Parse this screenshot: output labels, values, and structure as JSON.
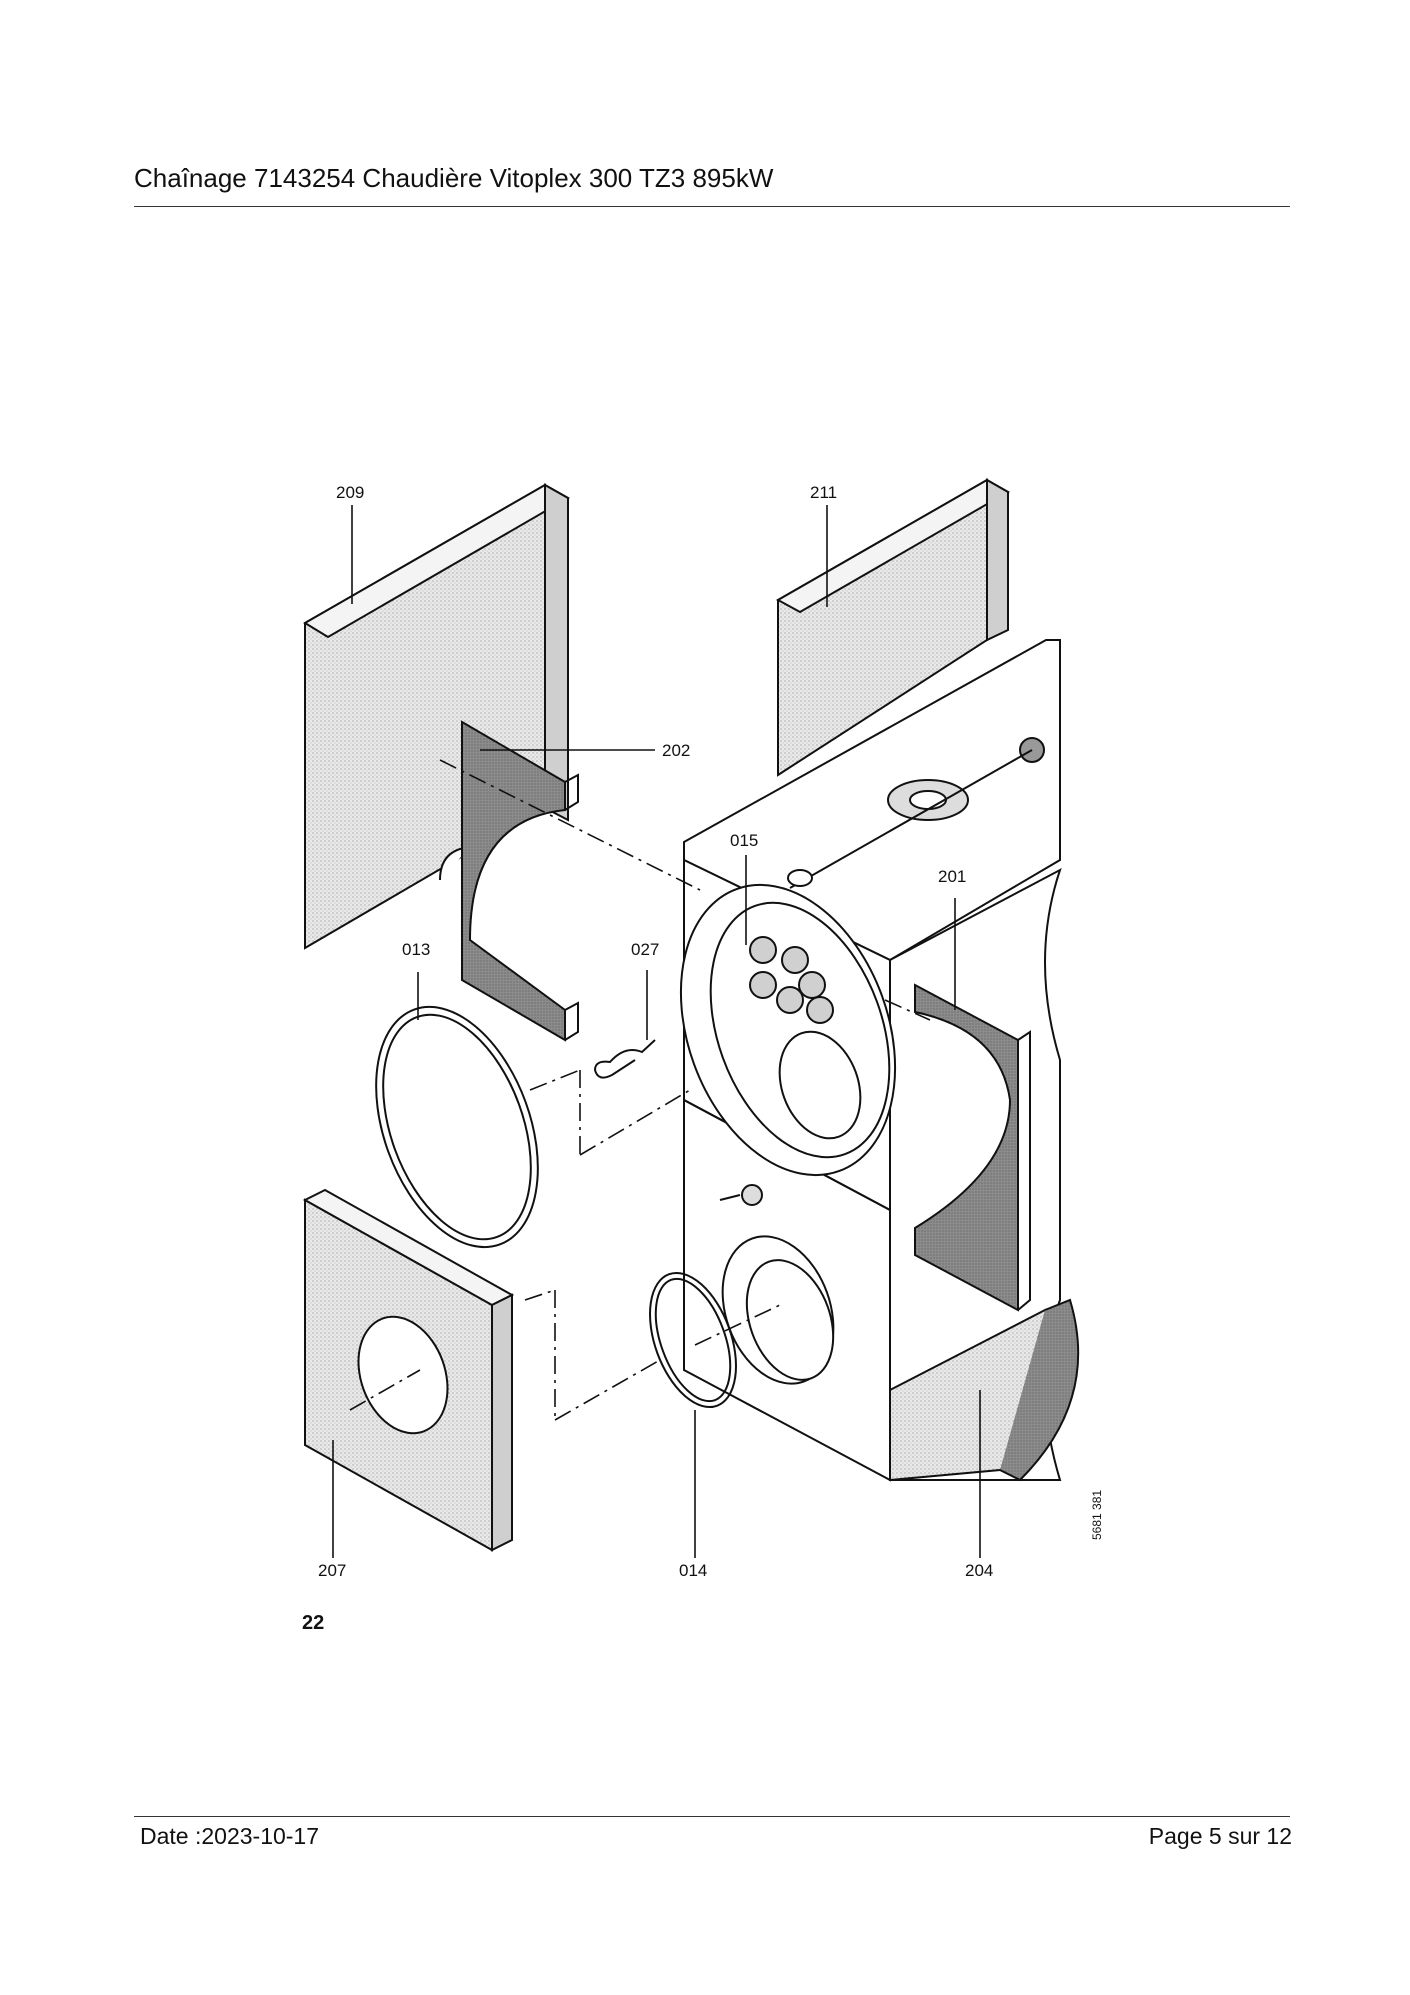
{
  "header": {
    "title": "Chaînage 7143254 Chaudière Vitoplex 300 TZ3 895kW"
  },
  "figure": {
    "number": "22",
    "drawing_code": "5681 381",
    "callouts": [
      "209",
      "211",
      "202",
      "015",
      "201",
      "013",
      "027",
      "207",
      "014",
      "204"
    ]
  },
  "footer": {
    "date": "Date :2023-10-17",
    "page": "Page 5 sur  12"
  }
}
